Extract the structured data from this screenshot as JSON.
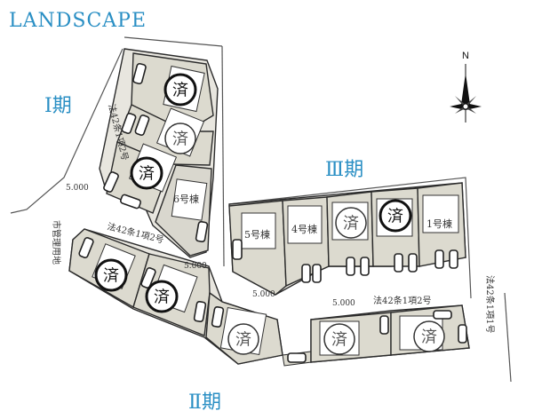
{
  "header": {
    "title": "LANDSCAPE"
  },
  "phases": {
    "phase1": "Ⅰ期",
    "phase2": "Ⅱ期",
    "phase3": "Ⅲ期"
  },
  "sold_mark": "済",
  "buildings": {
    "b1": "1号棟",
    "b4": "4号棟",
    "b5": "5号棟",
    "b6": "6号棟"
  },
  "roads": {
    "road_west_vertical": "法42条1項2号",
    "road_mid": "法42条1項2号",
    "road_east": "法42条1項2号",
    "road_far_east": "法42条1項1号",
    "city_land": "市管理用地"
  },
  "dimensions": {
    "d1": "5.000",
    "d2": "5.000",
    "d3": "5.000",
    "d4": "5.000"
  },
  "compass": {
    "north": "N"
  },
  "colors": {
    "accent": "#2a8fc4",
    "lot_fill": "#dddbd2",
    "sold_lot_fill": "#dcdacf",
    "lot_stroke": "#2b2b2b"
  }
}
